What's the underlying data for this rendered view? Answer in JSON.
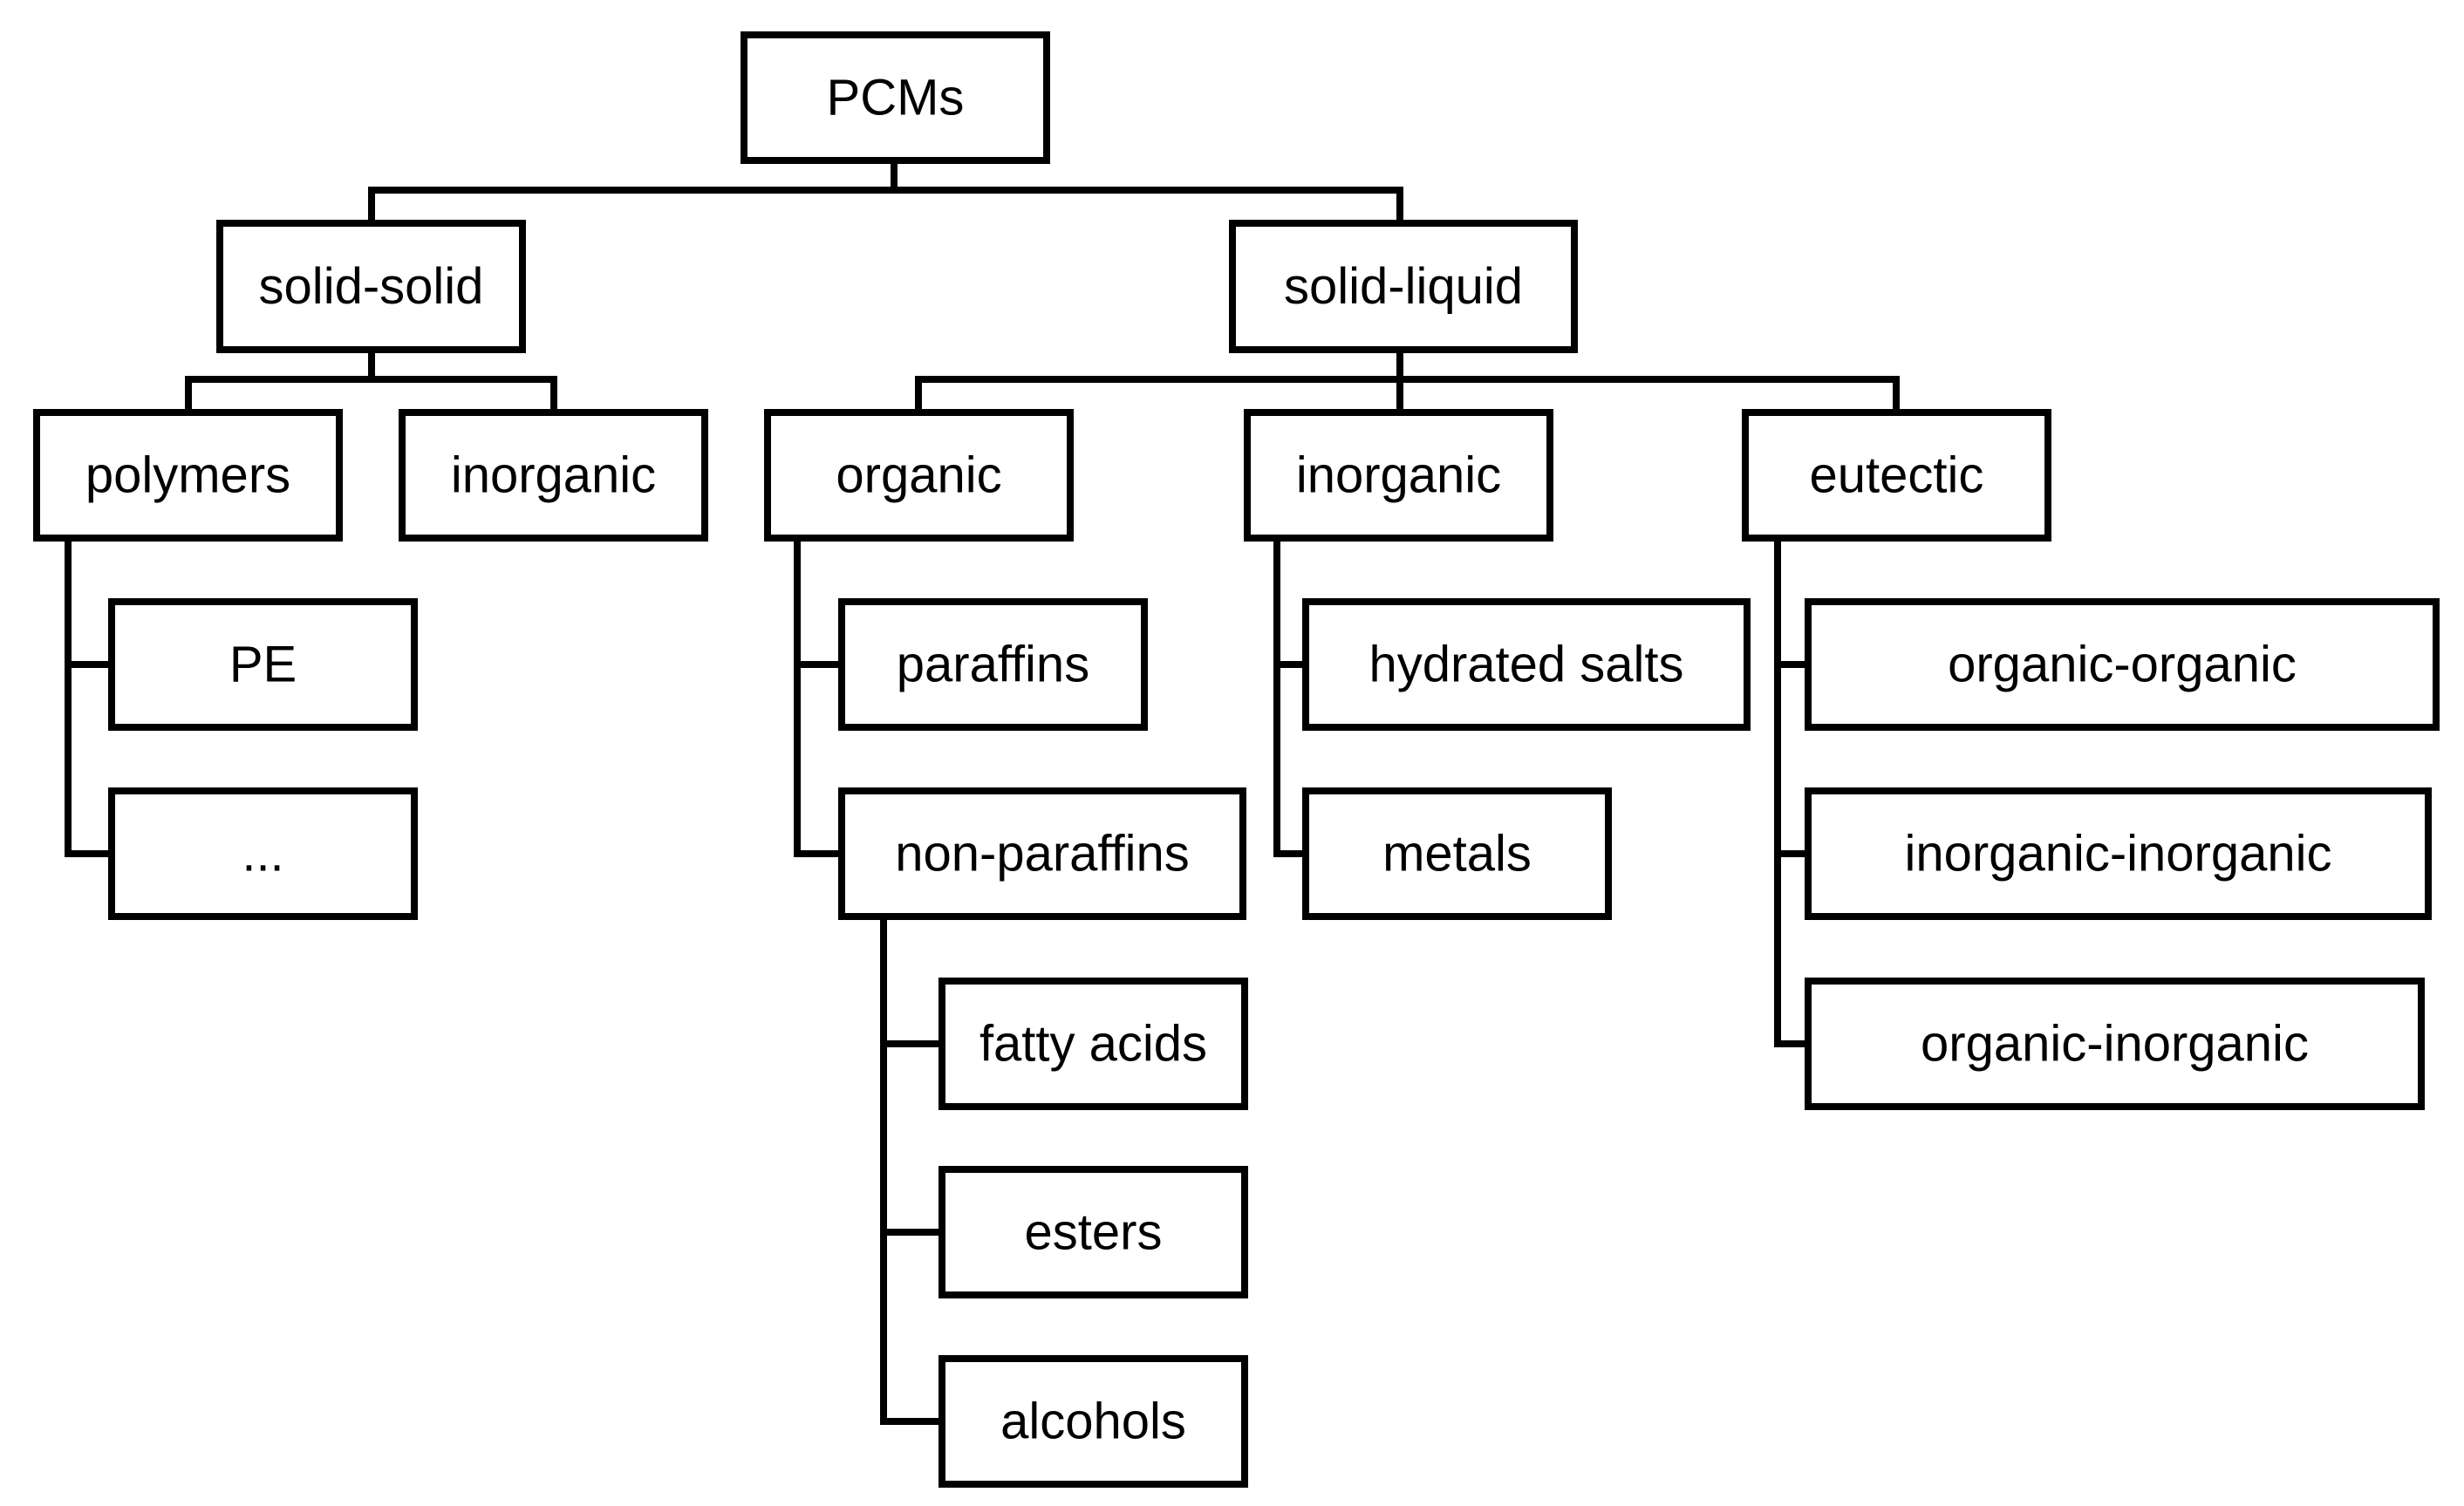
{
  "diagram": {
    "root": {
      "label": "PCMs"
    },
    "solid_solid": {
      "label": "solid-solid",
      "polymers": {
        "label": "polymers",
        "children": [
          {
            "label": "PE"
          },
          {
            "label": "..."
          }
        ]
      },
      "inorganic": {
        "label": "inorganic"
      }
    },
    "solid_liquid": {
      "label": "solid-liquid",
      "organic": {
        "label": "organic",
        "paraffins": {
          "label": "paraffins"
        },
        "non_paraffins": {
          "label": "non-paraffins",
          "children": [
            {
              "label": "fatty acids"
            },
            {
              "label": "esters"
            },
            {
              "label": "alcohols"
            }
          ]
        }
      },
      "inorganic": {
        "label": "inorganic",
        "children": [
          {
            "label": "hydrated salts"
          },
          {
            "label": "metals"
          }
        ]
      },
      "eutectic": {
        "label": "eutectic",
        "children": [
          {
            "label": "organic-organic"
          },
          {
            "label": "inorganic-inorganic"
          },
          {
            "label": "organic-inorganic"
          }
        ]
      }
    }
  }
}
